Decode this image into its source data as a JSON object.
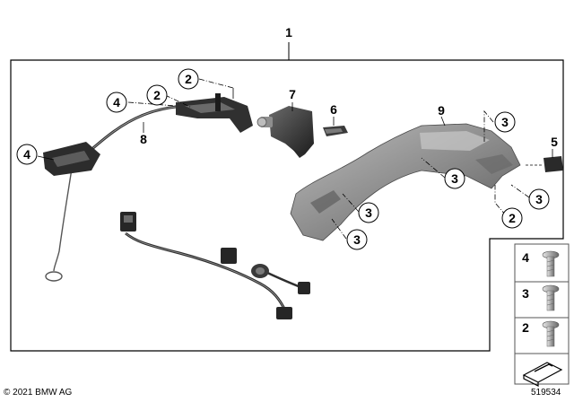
{
  "assembly_label": "1",
  "callouts": {
    "c2_top": "2",
    "c2_mid": "2",
    "c2_right": "2",
    "c3_a": "3",
    "c3_b": "3",
    "c3_c": "3",
    "c3_d": "3",
    "c3_e": "3",
    "c4_top": "4",
    "c4_left": "4",
    "c5": "5",
    "c6": "6",
    "c7": "7",
    "c8": "8",
    "c9": "9"
  },
  "legend": {
    "screw_4": "4",
    "screw_3": "3",
    "screw_2": "2"
  },
  "copyright": "© 2021 BMW AG",
  "doc_number": "519534",
  "colors": {
    "line": "#000000",
    "part_dark": "#3a3a3a",
    "part_mid": "#8a8a8a",
    "part_light": "#c4c4c4",
    "legend_border": "#555555"
  }
}
